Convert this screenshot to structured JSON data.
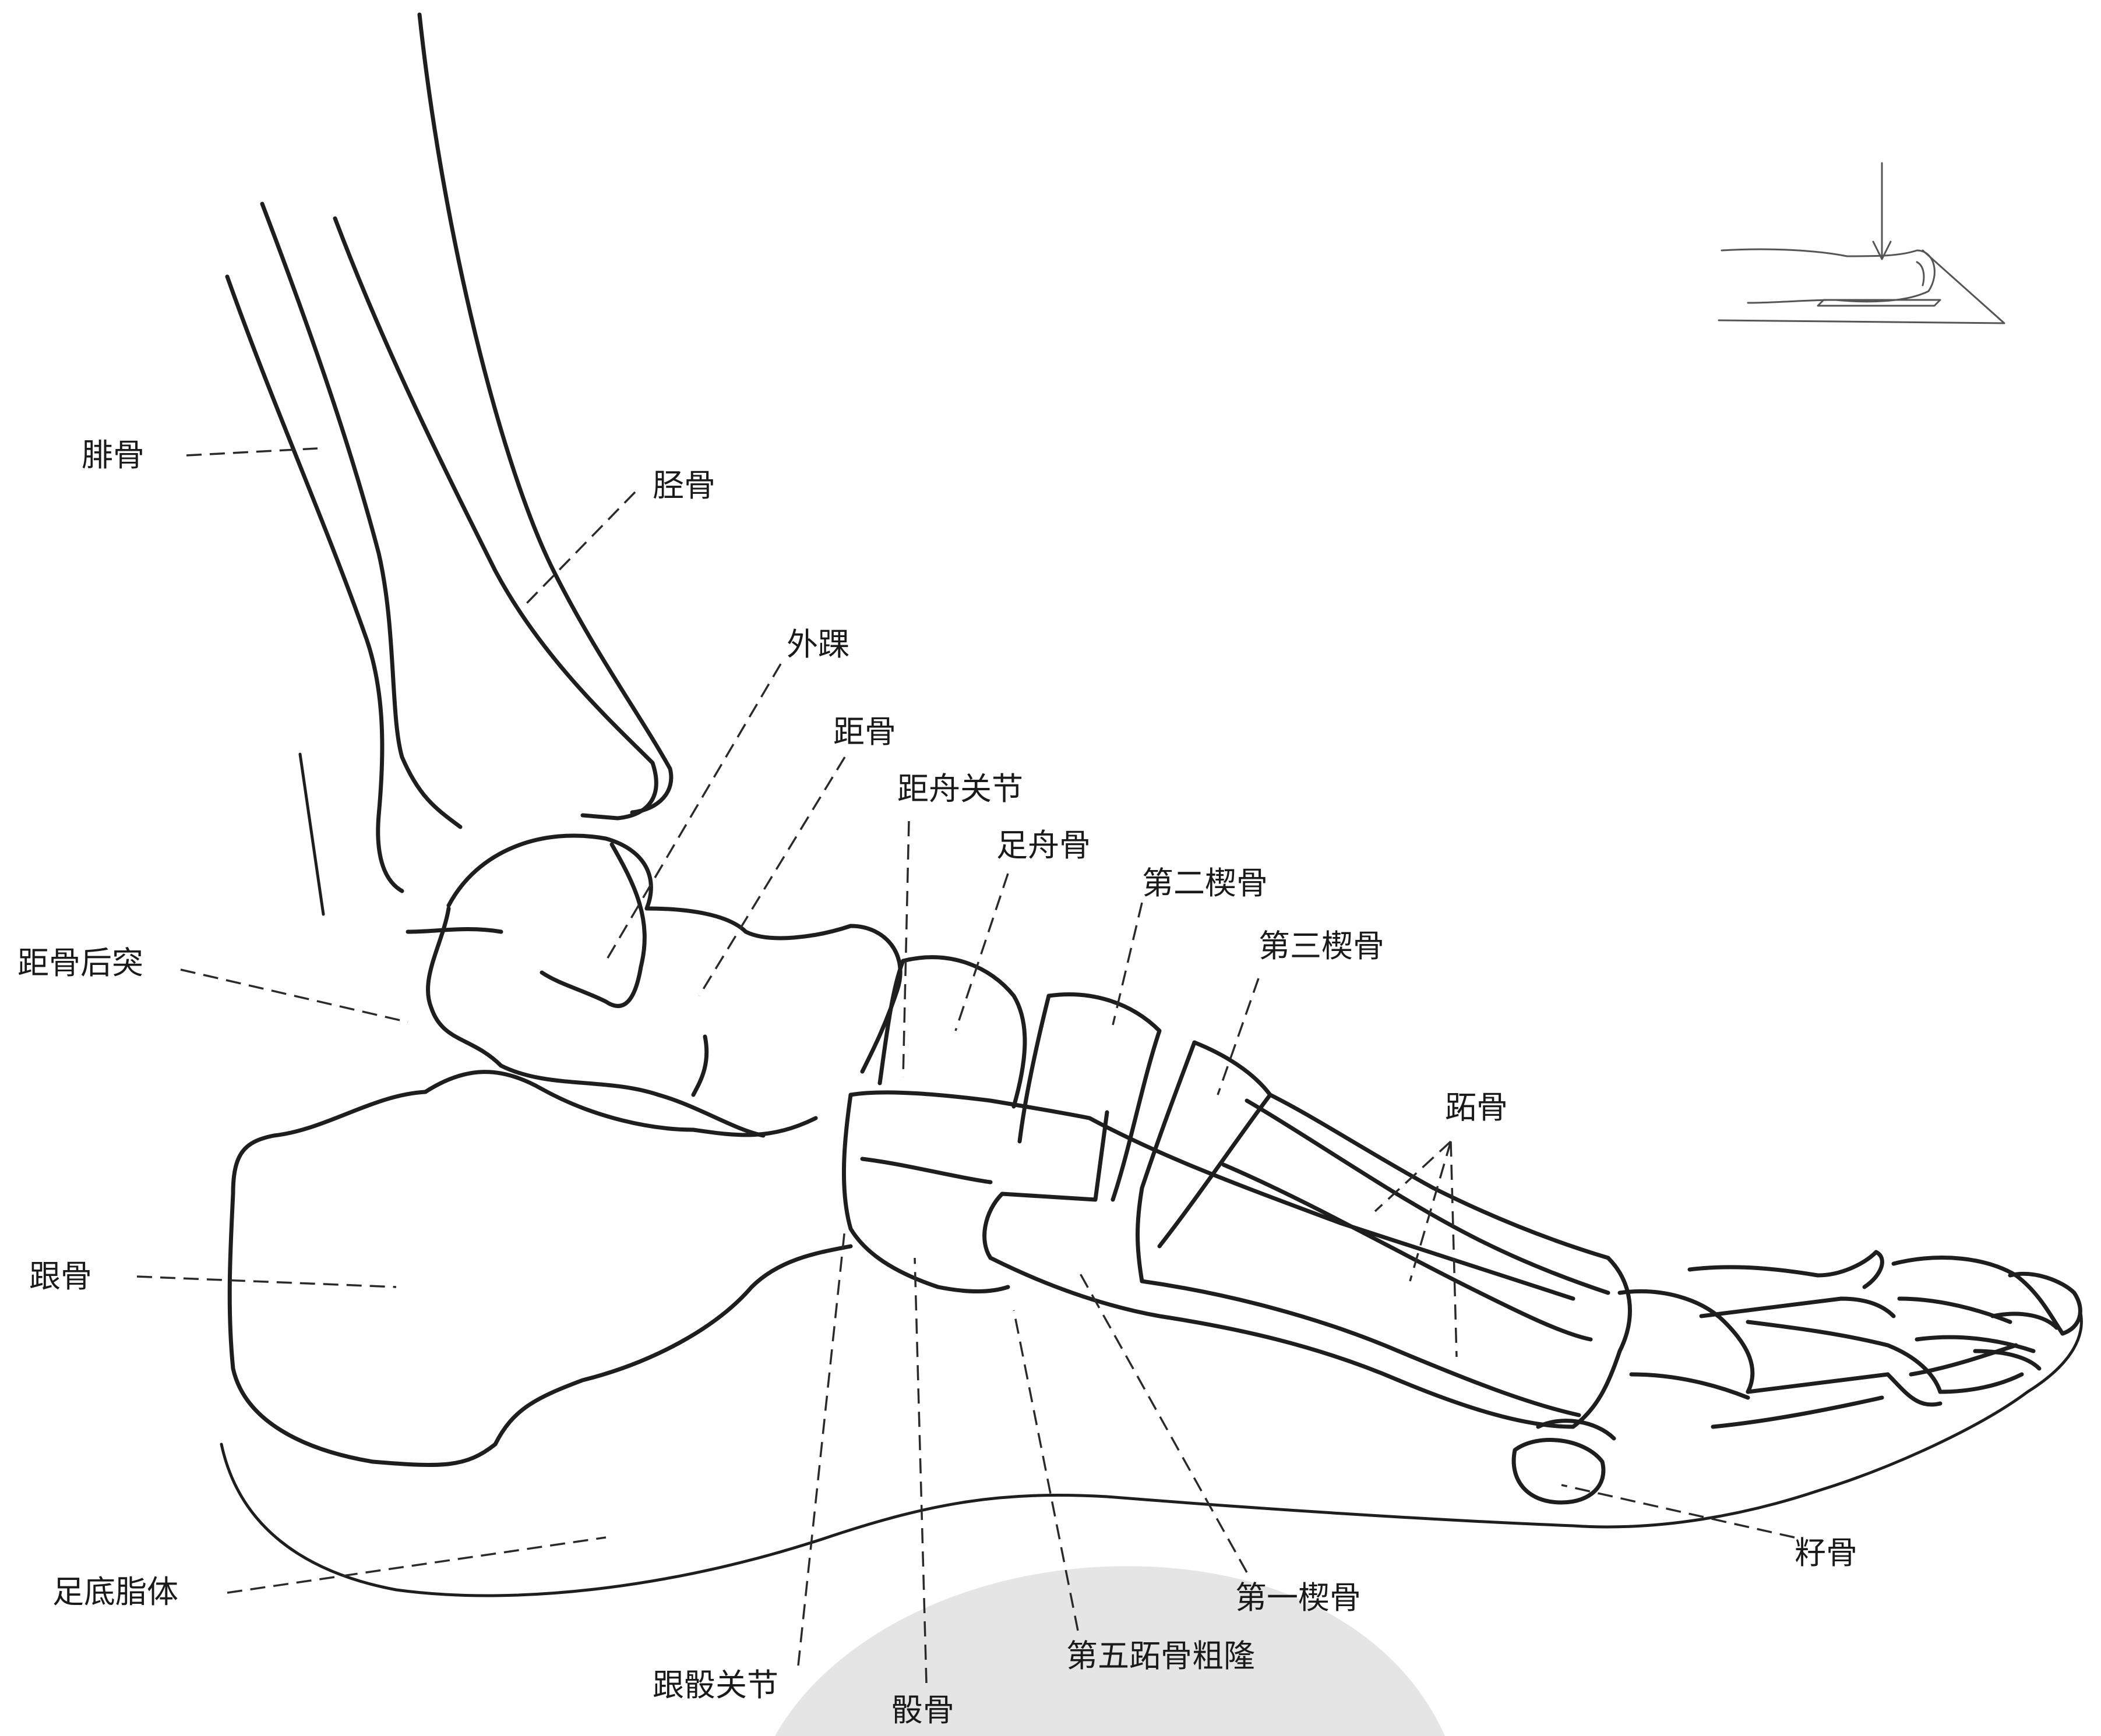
{
  "labels": {
    "fibula": "腓骨",
    "tibia": "胫骨",
    "lateral_malleolus": "外踝",
    "talus": "距骨",
    "talonavicular_joint": "距舟关节",
    "navicular": "足舟骨",
    "cuneiform_2": "第二楔骨",
    "cuneiform_3": "第三楔骨",
    "posterior_talar_process": "距骨后突",
    "metatarsals": "跖骨",
    "calcaneus": "跟骨",
    "sesamoid": "籽骨",
    "plantar_fat_pad": "足底脂体",
    "cuneiform_1": "第一楔骨",
    "fifth_metatarsal_tuberosity": "第五跖骨粗隆",
    "calcaneocuboid_joint": "跟骰关节",
    "cuboid": "骰骨"
  },
  "colors": {
    "line": "#1e1e1e",
    "background": "#ffffff"
  },
  "icons": {
    "projection_inset": "foot-positioning-icon"
  }
}
